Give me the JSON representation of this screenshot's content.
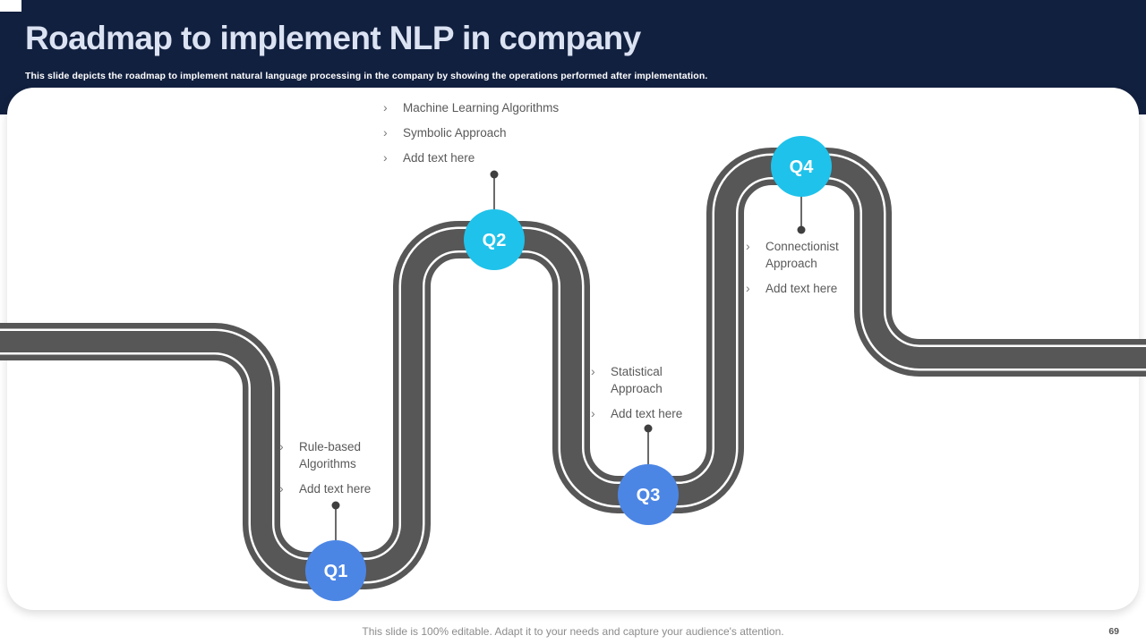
{
  "slide": {
    "title": "Roadmap to implement NLP in company",
    "subtitle": "This slide depicts the roadmap to implement  natural language processing in the company by showing the operations performed after implementation.",
    "footer": "This slide is 100% editable. Adapt it to your needs and capture your audience's attention.",
    "page_number": "69"
  },
  "ui": {
    "bullet_char": "›"
  },
  "colors": {
    "header_bg": "#12203F",
    "title_text": "#dbe2f2",
    "road": "#575757",
    "road_line": "#ffffff",
    "milestone_blue": "#4C86E5",
    "milestone_cyan": "#1FC2EA",
    "note_text": "#595959",
    "connector": "#454545"
  },
  "milestones": [
    {
      "label": "Q1",
      "color": "blue",
      "items": [
        "Rule-based Algorithms",
        "Add text here"
      ]
    },
    {
      "label": "Q2",
      "color": "cyan",
      "items": [
        "Machine Learning Algorithms",
        "Symbolic Approach",
        "Add text here"
      ]
    },
    {
      "label": "Q3",
      "color": "blue",
      "items": [
        "Statistical Approach",
        "Add text here"
      ]
    },
    {
      "label": "Q4",
      "color": "cyan",
      "items": [
        "Connectionist Approach",
        "Add text here"
      ]
    }
  ]
}
